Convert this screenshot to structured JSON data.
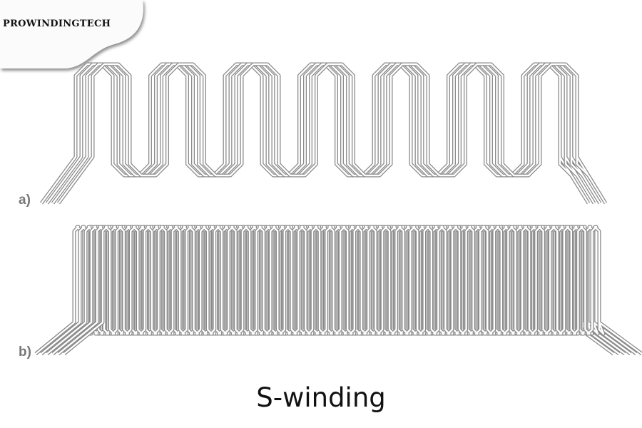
{
  "logo": {
    "text": "PROWINDINGTECH"
  },
  "diagram": {
    "panel_a": {
      "label": "a)",
      "periods": 7,
      "wires": 4
    },
    "panel_b": {
      "label": "b)",
      "periods": 36,
      "wires": 6
    },
    "wire_color": "#8a8a8a"
  },
  "caption": "S-winding"
}
